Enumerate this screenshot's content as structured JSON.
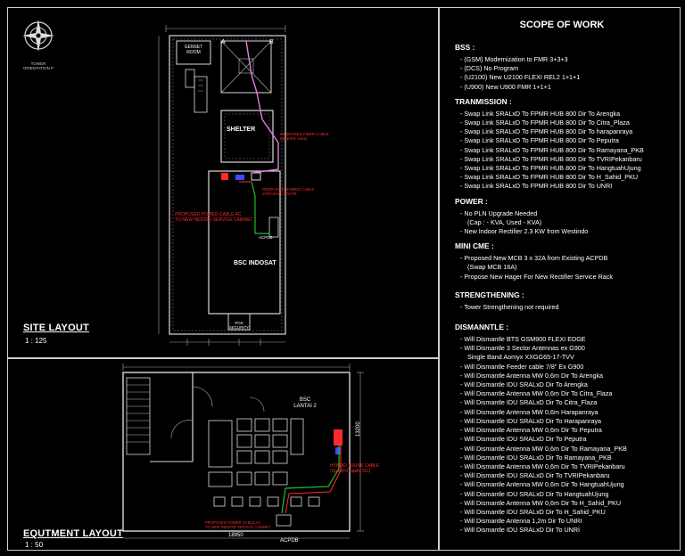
{
  "compass": {
    "label_line1": "TOWER",
    "label_line2": "ORIENTATION P"
  },
  "site_layout": {
    "title": "SITE LAYOUT",
    "scale": "1 : 125",
    "labels": {
      "genset": "GENSET\nROOM",
      "shelter": "SHELTER",
      "bsc_indosat": "BSC INDOSAT",
      "pos_security": "POS\nSECURITY",
      "acpdb": "ACPDB",
      "proposed_power_ac": "PROPOSED POWER CABLE AC\nTO NEW INDOOR SERVICE CABINET",
      "proposed_hybrid": "PROPOSED HYBRID CABLE\nSTRAIGHT ROUTE",
      "proposed_fiber": "PROPOSED FIBER CABLE\n(SpanFO route)",
      "corner_a": "A",
      "corner_b": "B"
    }
  },
  "equipment_layout": {
    "title": "EQUTMENT LAYOUT",
    "scale": "1 : 50",
    "labels": {
      "bsc_lantai": "BSC\nLANTAI 2",
      "hybrid_trunk": "HYBRID TRUNK CABLE\n(SpanFO+Ipalis DC)",
      "acpdb": "ACPDB",
      "dim_width": "18950",
      "dim_height": "13200",
      "proposed_bottom": "PROPOSED POWER CABLE AC\nTO NEW INDOOR SERVICE CABINET"
    }
  },
  "scope_of_work": {
    "title": "SCOPE OF WORK",
    "sections": [
      {
        "heading": "BSS :",
        "items": [
          "(GSM)  Modernization to FMR  3+3+3",
          "(DCS)  No Program",
          "(U2100)  New U2100 FLEXI REL2 1+1+1",
          "(U900)  New U900  FMR  1+1+1"
        ]
      },
      {
        "heading": "TRANMISSION :",
        "items": [
          "Swap Link SRALxD To FPMR HUB 800 Dir To Arengka",
          "Swap Link SRALxD To FPMR HUB 800 Dir To Citra_Plaza",
          "Swap Link SRALxD To FPMR HUB 800 Dir To harapanraya",
          "Swap Link SRALxD To FPMR HUB 800 Dir To Peputra",
          "Swap Link SRALxD To FPMR HUB 800 Dir To Ramayana_PKB",
          "Swap Link SRALxD To FPMR HUB 800 Dir To TVRIPekanbaru",
          "Swap Link SRALxD To FPMR HUB 800 Dir To HangtuahUjung",
          "Swap Link SRALxD To FPMR HUB 800 Dir To H_Sahid_PKU",
          "Swap Link SRALxD To FPMR HUB 800 Dir To UNRI"
        ]
      },
      {
        "heading": "POWER :",
        "items": [
          "No PLN Upgrade Needed",
          "(Cap : - KVA, Used - KVA)",
          "New Indoor Rectifier 2.3 KW from Westindo"
        ]
      },
      {
        "heading": "MINI CME :",
        "items": [
          "Proposed New MCB 3 x 32A from Existing ACPDB",
          "(Swap MCB 16A)",
          "Propose New Hager For New Rectifier Service Rack"
        ]
      },
      {
        "heading": "STRENGTHENING :",
        "items": [
          "Tower Strengthening not required"
        ]
      },
      {
        "heading": "DISMANNTLE :",
        "items": [
          "Will Dismantle BTS GSM900  FLEXI EDGE",
          "Will Dismantle 3 Sector Antennas ex G900",
          "Single Band Aomyx XXGG65-17-TVV",
          "Will Dismantle Feeder cable 7/8\" Ex G900",
          "Will Dismantle Antenna MW 0,6m Dir To Arengka",
          "Will Dismantle IDU SRALxD Dir To Arengka",
          "Will Dismantle Antenna MW 0,6m Dir To Citra_Flaza",
          "Will Dismantle IDU SRALxD Dir To Citra_Flaza",
          "Will Dismantle Antenna MW 0,6m Harapanraya",
          "Will Dismantle IDU SRALxD Dir To Harapanraya",
          "Will Dismantle Antenna MW 0,6m Dir To Peputra",
          "Will Dismantle IDU SRALxD Dir To Peputra",
          "Will Dismantle Antenna MW 0,6m Dir To Ramayana_PKB",
          "Will Dismantle IDU SRALxD Dir To Ramayana_PKB",
          "Will Dismantle Antenna MW 0,6m Dir To TVRIPekanbaru",
          "Will Dismantle IDU SRALxD Dir To TVRIPekanbaru",
          "Will Dismantle Antenna MW 0,6m Dir To HangtuahUjung",
          "Will Dismantle IDU SRALxD Dir To HangtuahUjung",
          "Will Dismantle Antenna MW 0,6m Dir To H_Sahid_PKU",
          "Will Dismantle IDU SRALxD Dir To H_Sahid_PKU",
          "Will Dismantle Antenna 1,2m Dir To UNRI",
          "Will Dismantle IDU SRALxD Dir To UNRI"
        ]
      }
    ]
  },
  "colors": {
    "line": "#d9d9d9",
    "red": "#ff2a2a",
    "green": "#1fbf2a",
    "magenta": "#e07fe0",
    "blue": "#3a4bff"
  }
}
